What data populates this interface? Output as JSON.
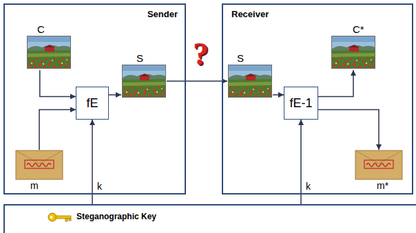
{
  "diagram": {
    "nodes": [
      {
        "text": [
          "Sender"
        ]
      },
      {
        "text": [
          "C"
        ],
        "in": 0
      },
      {
        "text": [
          "fE"
        ],
        "in": 0
      },
      {
        "text": [
          "m"
        ],
        "in": 0
      },
      {
        "text": [
          "S"
        ],
        "in": 0
      },
      {
        "text": [
          "Receiver"
        ]
      },
      {
        "text": [
          "S"
        ],
        "in": 5
      },
      {
        "text": [
          "fE-1"
        ],
        "in": 5
      },
      {
        "text": [
          "C*"
        ],
        "in": 5
      },
      {
        "text": [
          "m*"
        ],
        "in": 5
      },
      {
        "text": [
          "Steganographic Key"
        ]
      }
    ],
    "edges": [
      {
        "from": 1,
        "to": 2,
        "arrow": "to"
      },
      {
        "from": 3,
        "to": 2,
        "arrow": "to"
      },
      {
        "from": 10,
        "to": 2,
        "label": "k",
        "arrow": "to"
      },
      {
        "from": 2,
        "to": 4,
        "arrow": "to"
      },
      {
        "from": 4,
        "to": 6,
        "arrow": "to"
      },
      {
        "from": 6,
        "to": 7,
        "arrow": "to"
      },
      {
        "from": 7,
        "to": 8,
        "arrow": "to"
      },
      {
        "from": 7,
        "to": 9,
        "arrow": "to"
      },
      {
        "from": 10,
        "to": 7,
        "label": "k",
        "arrow": "to"
      }
    ],
    "labels": [
      "?"
    ]
  }
}
